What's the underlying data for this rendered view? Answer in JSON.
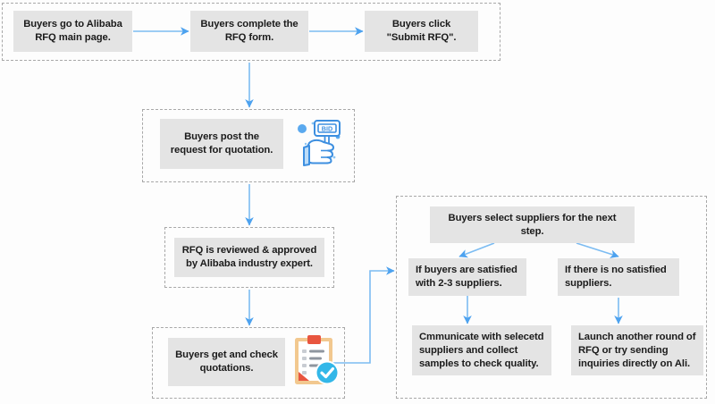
{
  "diagram": {
    "title": "Alibaba RFQ buyer process flowchart",
    "accent_color": "#4da2ef",
    "node_fill": "#e4e4e4",
    "node_text_color": "#1b1b1b",
    "group_border_color": "#a8a8a8",
    "background": "#fdfdfd"
  },
  "groups": [
    {
      "id": "group-submit-rfq",
      "name": "submit-rfq-group"
    },
    {
      "id": "group-post-request",
      "name": "post-request-group"
    },
    {
      "id": "group-review",
      "name": "review-group"
    },
    {
      "id": "group-quotations",
      "name": "quotations-group"
    },
    {
      "id": "group-supplier-selection",
      "name": "supplier-selection-group"
    }
  ],
  "nodes": {
    "step1": {
      "label": "Buyers go to Alibaba RFQ main page."
    },
    "step2": {
      "label": "Buyers complete the RFQ form."
    },
    "step3": {
      "label": "Buyers click \"Submit RFQ\"."
    },
    "step4": {
      "label": "Buyers post  the request for quotation."
    },
    "step5": {
      "label": "RFQ is reviewed & approved by Alibaba industry expert."
    },
    "step6": {
      "label": "Buyers get and check quotations."
    },
    "step7": {
      "label": "Buyers select suppliers for the next step."
    },
    "branch_yes": {
      "label": "If buyers are satisfied with 2-3 suppliers."
    },
    "branch_no": {
      "label": "If there is no satisfied suppliers."
    },
    "branch_yes_action": {
      "label": "Cmmunicate with selecetd suppliers and collect samples to check quality."
    },
    "branch_no_action": {
      "label": "Launch another round of RFQ or try sending inquiries directly on Ali."
    }
  },
  "icons": {
    "bid_paddle": {
      "name": "bid-paddle-hand-icon",
      "text": "BID",
      "color": "#3d8fe0"
    },
    "clipboard_check": {
      "name": "clipboard-check-icon",
      "board_color": "#f2c182",
      "clip_color": "#e8553f",
      "check_color": "#33b7e8"
    }
  }
}
